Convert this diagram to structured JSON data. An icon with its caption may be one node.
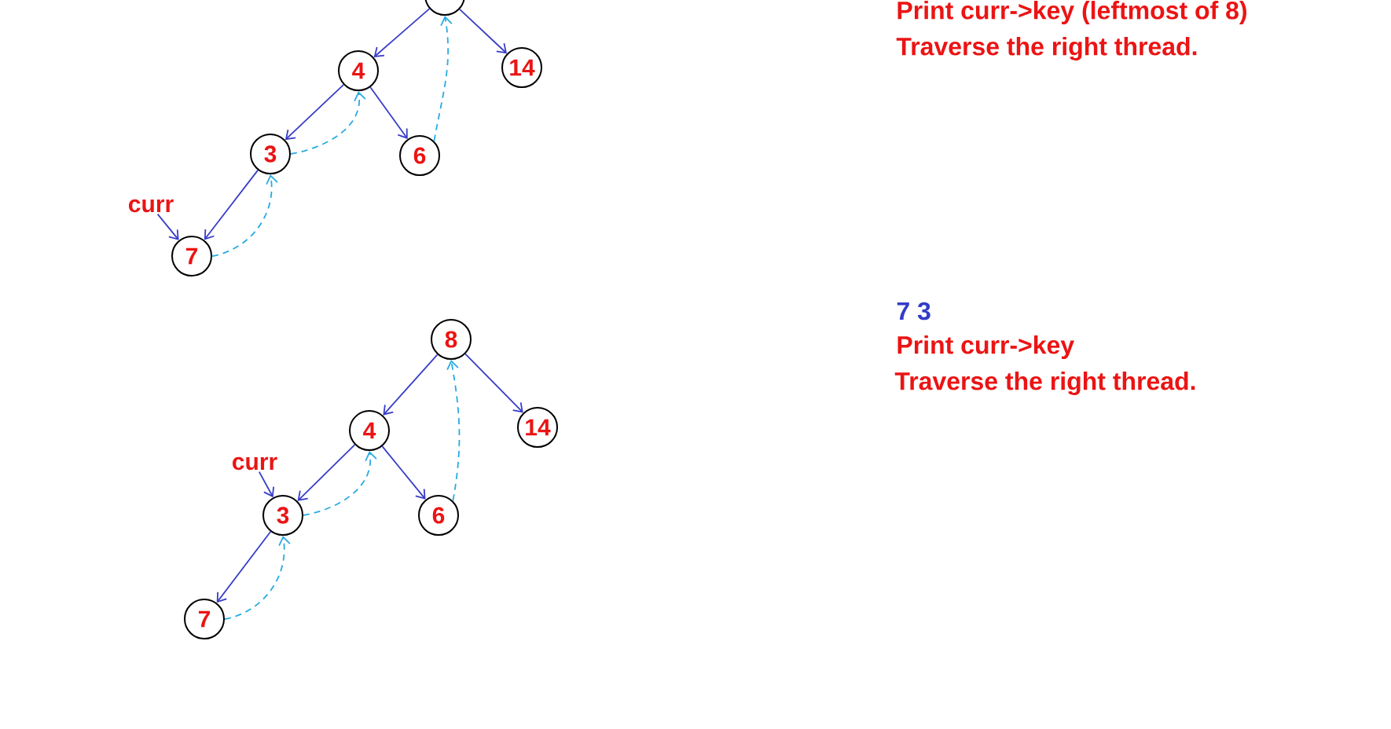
{
  "diagram": {
    "nodes": [
      {
        "text": [],
        "shape": "circle"
      },
      {
        "text": [
          "4"
        ]
      },
      {
        "text": [
          "14"
        ]
      },
      {
        "text": [
          "3"
        ]
      },
      {
        "text": [
          "6"
        ]
      },
      {
        "text": [
          "7"
        ]
      },
      {
        "text": [
          "curr"
        ]
      },
      {
        "text": [
          "8"
        ]
      },
      {
        "text": [
          "4"
        ]
      },
      {
        "text": [
          "14"
        ]
      },
      {
        "text": [
          "3"
        ]
      },
      {
        "text": [
          "6"
        ]
      },
      {
        "text": [
          "7"
        ]
      },
      {
        "text": [
          "curr"
        ]
      }
    ],
    "edges": [
      {
        "from": 0,
        "to": 1,
        "arrow": "to"
      },
      {
        "from": 0,
        "to": 2,
        "arrow": "to"
      },
      {
        "from": 1,
        "to": 3,
        "arrow": "to"
      },
      {
        "from": 1,
        "to": 4,
        "arrow": "to"
      },
      {
        "from": 3,
        "to": 5,
        "arrow": "to"
      },
      {
        "from": 6,
        "to": 5,
        "arrow": "to"
      },
      {
        "from": 5,
        "to": 3,
        "arrow": "to",
        "style": "dashed",
        "color": "#29abe2"
      },
      {
        "from": 3,
        "to": 1,
        "arrow": "to",
        "style": "dashed",
        "color": "#29abe2"
      },
      {
        "from": 4,
        "to": 0,
        "arrow": "to",
        "style": "dashed",
        "color": "#29abe2"
      },
      {
        "from": 7,
        "to": 8,
        "arrow": "to"
      },
      {
        "from": 7,
        "to": 9,
        "arrow": "to"
      },
      {
        "from": 8,
        "to": 10,
        "arrow": "to"
      },
      {
        "from": 8,
        "to": 11,
        "arrow": "to"
      },
      {
        "from": 10,
        "to": 12,
        "arrow": "to"
      },
      {
        "from": 13,
        "to": 10,
        "arrow": "to"
      },
      {
        "from": 12,
        "to": 10,
        "arrow": "to",
        "style": "dashed",
        "color": "#29abe2"
      },
      {
        "from": 10,
        "to": 8,
        "arrow": "to",
        "style": "dashed",
        "color": "#29abe2"
      },
      {
        "from": 11,
        "to": 7,
        "arrow": "to",
        "style": "dashed",
        "color": "#29abe2"
      }
    ],
    "labels": [
      "Print curr->key (leftmost of 8)",
      "Traverse the right thread.",
      "7 3",
      "Print curr->key",
      "Traverse the right thread."
    ]
  }
}
